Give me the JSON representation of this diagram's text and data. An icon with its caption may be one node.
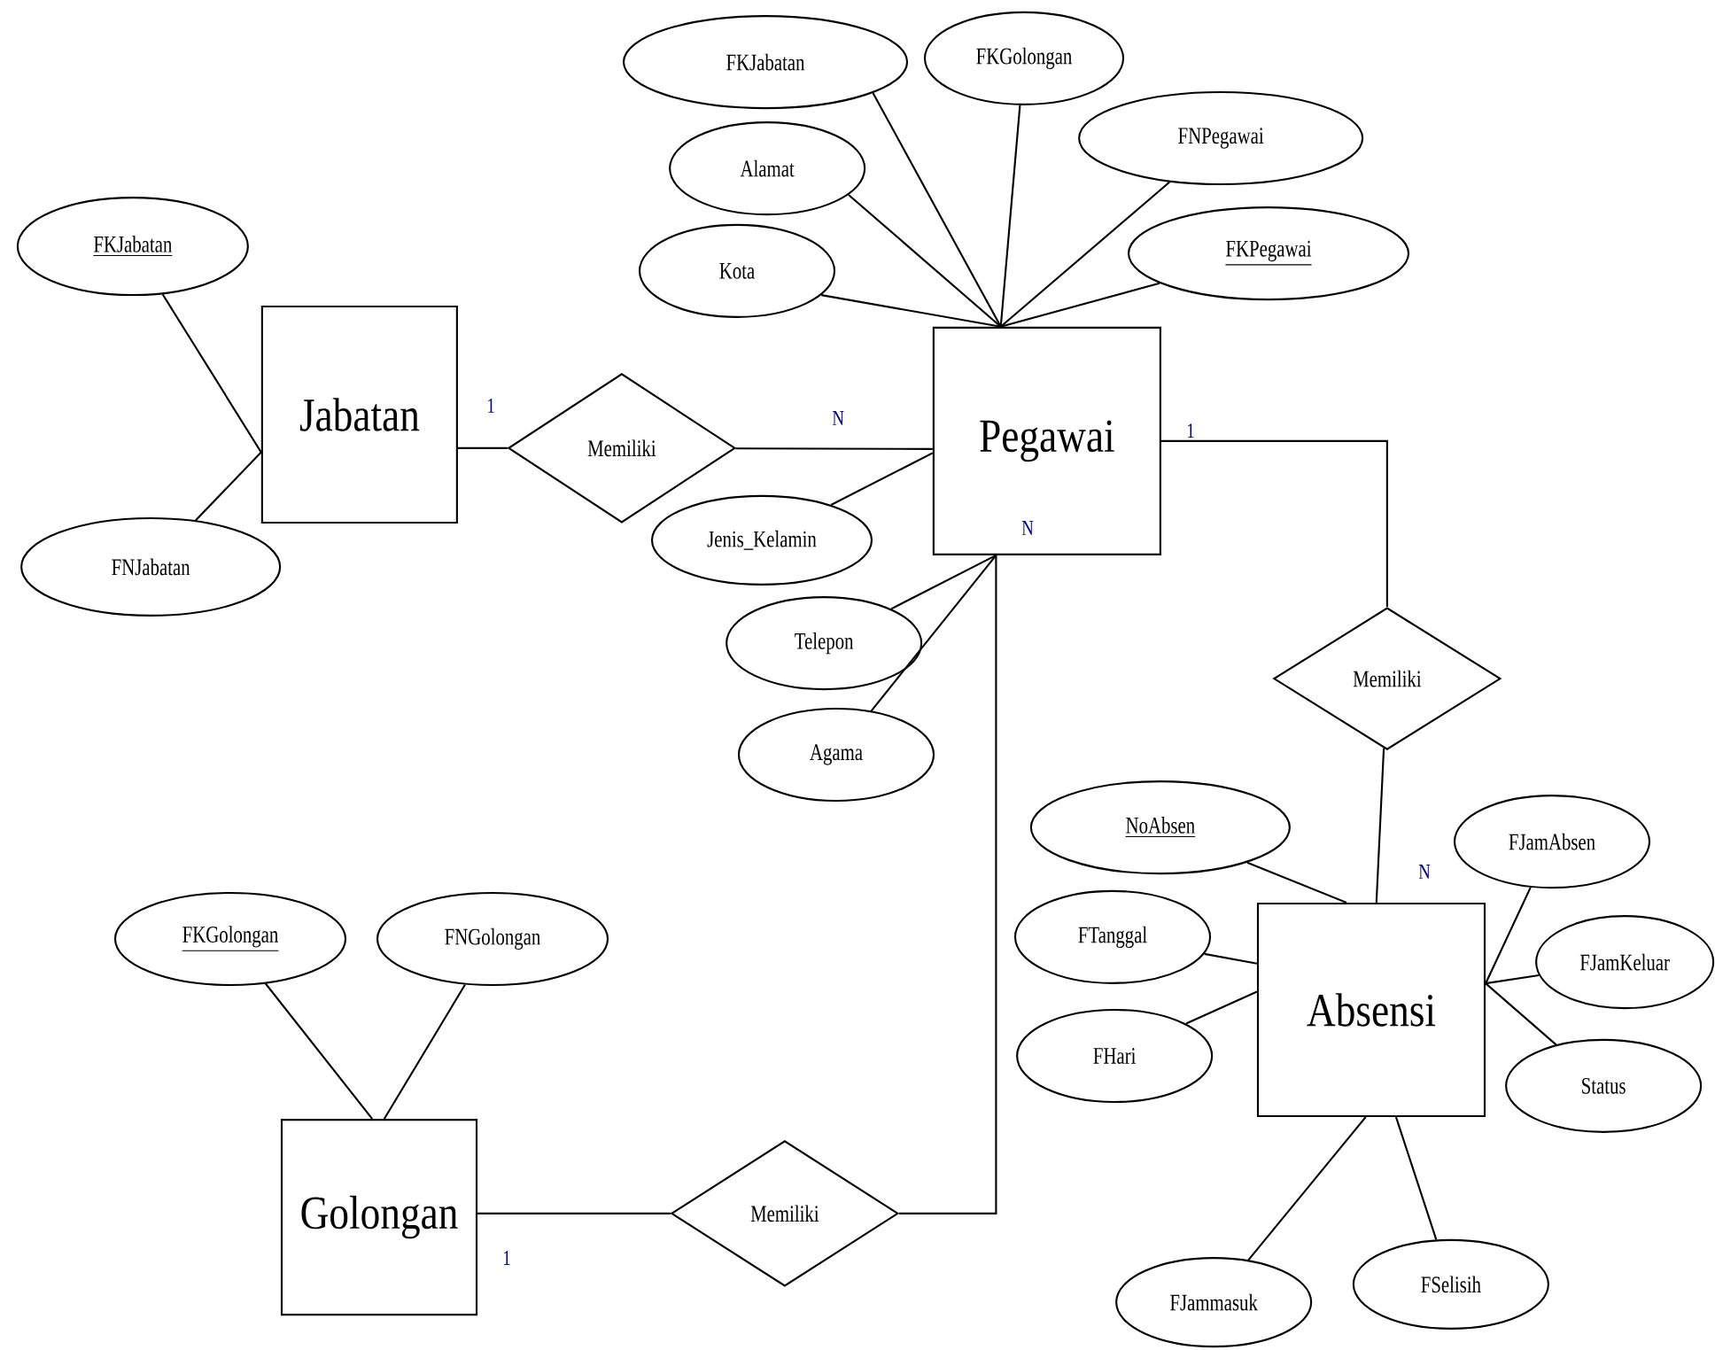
{
  "diagram": {
    "nodes": [
      {
        "text": [
          "Jabatan"
        ]
      },
      {
        "text": [
          "FKJabatan"
        ]
      },
      {
        "text": [
          "FNJabatan"
        ]
      },
      {
        "text": [
          "Memiliki"
        ]
      },
      {
        "text": [
          "Pegawai"
        ]
      },
      {
        "text": [
          "FKJabatan"
        ]
      },
      {
        "text": [
          "FKGolongan"
        ]
      },
      {
        "text": [
          "Alamat"
        ]
      },
      {
        "text": [
          "Kota"
        ]
      },
      {
        "text": [
          "FNPegawai"
        ]
      },
      {
        "text": [
          "FKPegawai"
        ]
      },
      {
        "text": [
          "Jenis_Kelamin"
        ]
      },
      {
        "text": [
          "Telepon"
        ]
      },
      {
        "text": [
          "Agama"
        ]
      },
      {
        "text": [
          "Memiliki"
        ]
      },
      {
        "text": [
          "Absensi"
        ]
      },
      {
        "text": [
          "NoAbsen"
        ]
      },
      {
        "text": [
          "FTanggal"
        ]
      },
      {
        "text": [
          "FHari"
        ]
      },
      {
        "text": [
          "FJamAbsen"
        ]
      },
      {
        "text": [
          "FJamKeluar"
        ]
      },
      {
        "text": [
          "Status"
        ]
      },
      {
        "text": [
          "FJammasuk"
        ]
      },
      {
        "text": [
          "FSelisih"
        ]
      },
      {
        "text": [
          "FKGolongan"
        ]
      },
      {
        "text": [
          "FNGolongan"
        ]
      },
      {
        "text": [
          "Golongan"
        ]
      },
      {
        "text": [
          "Memiliki"
        ]
      }
    ],
    "edges": [
      {
        "from": 1,
        "to": 0,
        "arrow": "none"
      },
      {
        "from": 2,
        "to": 0,
        "arrow": "none"
      },
      {
        "from": 0,
        "to": 3,
        "arrow": "none",
        "label": "1"
      },
      {
        "from": 3,
        "to": 4,
        "arrow": "none",
        "label": "N"
      },
      {
        "from": 5,
        "to": 4,
        "arrow": "none"
      },
      {
        "from": 6,
        "to": 4,
        "arrow": "none"
      },
      {
        "from": 7,
        "to": 4,
        "arrow": "none"
      },
      {
        "from": 8,
        "to": 4,
        "arrow": "none"
      },
      {
        "from": 9,
        "to": 4,
        "arrow": "none"
      },
      {
        "from": 10,
        "to": 4,
        "arrow": "none"
      },
      {
        "from": 11,
        "to": 4,
        "arrow": "none"
      },
      {
        "from": 12,
        "to": 4,
        "arrow": "none"
      },
      {
        "from": 13,
        "to": 4,
        "arrow": "none"
      },
      {
        "from": 4,
        "to": 14,
        "arrow": "none",
        "label": "1"
      },
      {
        "from": 14,
        "to": 15,
        "arrow": "none",
        "label": "N"
      },
      {
        "from": 16,
        "to": 15,
        "arrow": "none"
      },
      {
        "from": 17,
        "to": 15,
        "arrow": "none"
      },
      {
        "from": 18,
        "to": 15,
        "arrow": "none"
      },
      {
        "from": 19,
        "to": 15,
        "arrow": "none"
      },
      {
        "from": 20,
        "to": 15,
        "arrow": "none"
      },
      {
        "from": 21,
        "to": 15,
        "arrow": "none"
      },
      {
        "from": 22,
        "to": 15,
        "arrow": "none"
      },
      {
        "from": 23,
        "to": 15,
        "arrow": "none"
      },
      {
        "from": 24,
        "to": 26,
        "arrow": "none"
      },
      {
        "from": 25,
        "to": 26,
        "arrow": "none"
      },
      {
        "from": 26,
        "to": 27,
        "arrow": "none",
        "label": "1"
      },
      {
        "from": 27,
        "to": 4,
        "arrow": "none",
        "label": "N"
      }
    ]
  }
}
